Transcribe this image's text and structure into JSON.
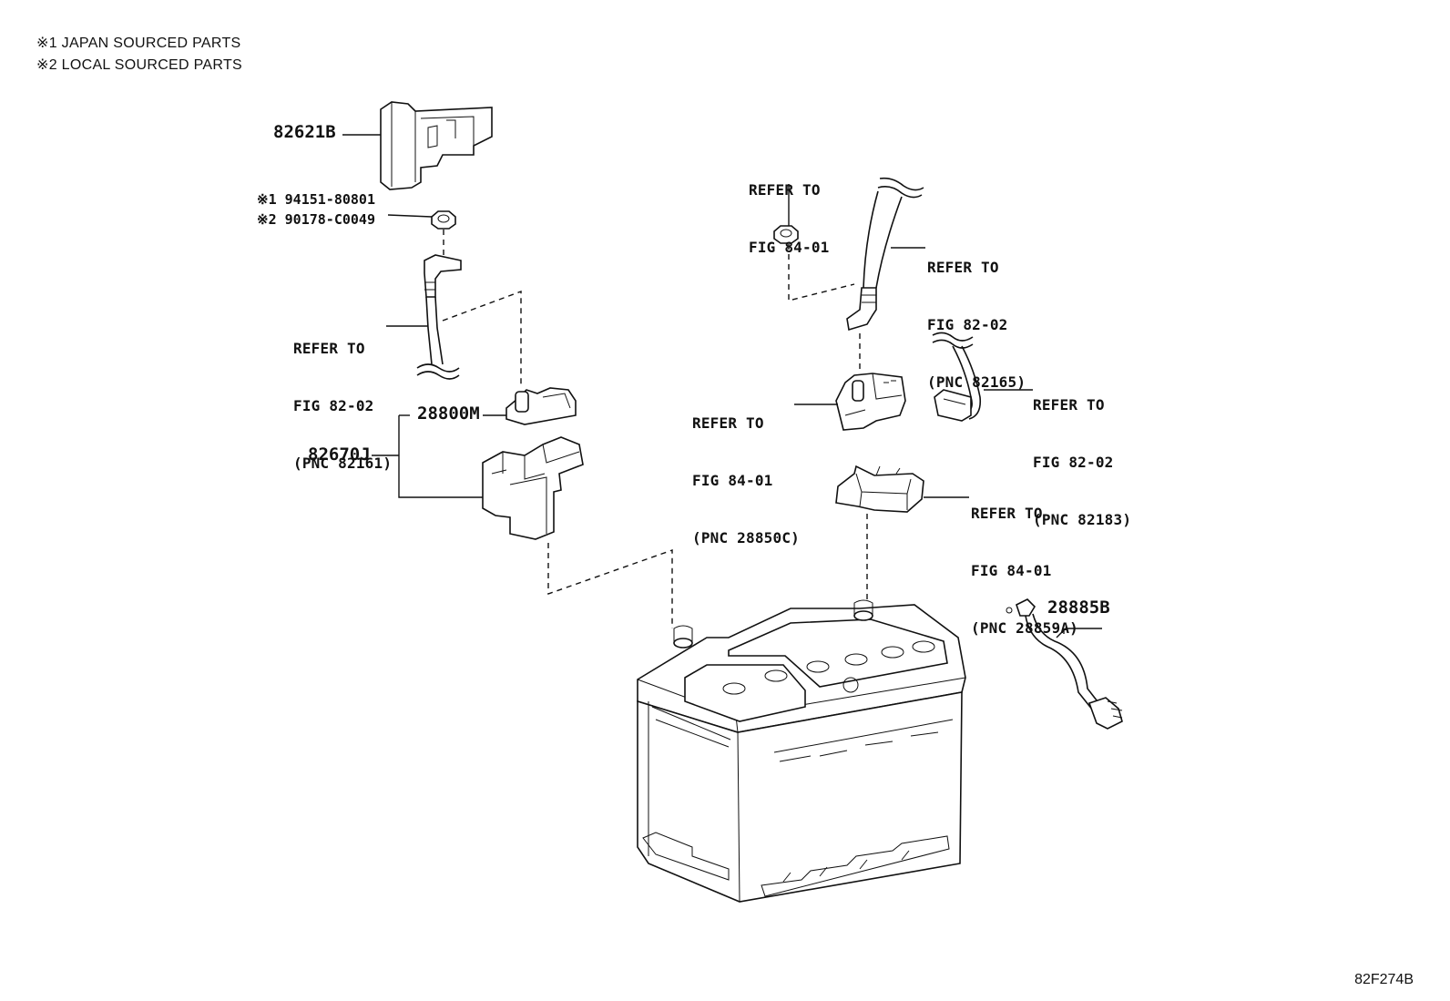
{
  "notes": [
    "※1 JAPAN SOURCED PARTS",
    "※2 LOCAL SOURCED PARTS"
  ],
  "parts": {
    "p82621B": "82621B",
    "nut_jp": "※1 94151-80801",
    "nut_local": "※2 90178-C0049",
    "p28800M": "28800M",
    "p82670J": "82670J",
    "p28885B": "28885B"
  },
  "refs": {
    "ref_82161": [
      "REFER TO",
      "FIG 82-02",
      "(PNC 82161)"
    ],
    "ref_top_nut": [
      "REFER TO",
      "FIG 84-01"
    ],
    "ref_82165": [
      "REFER TO",
      "FIG 82-02",
      "(PNC 82165)"
    ],
    "ref_28850C": [
      "REFER TO",
      "FIG 84-01",
      "(PNC 28850C)"
    ],
    "ref_82183": [
      "REFER TO",
      "FIG 82-02",
      "(PNC 82183)"
    ],
    "ref_28859A": [
      "REFER TO",
      "FIG 84-01",
      "(PNC 28859A)"
    ]
  },
  "figure_code": "82F274B"
}
